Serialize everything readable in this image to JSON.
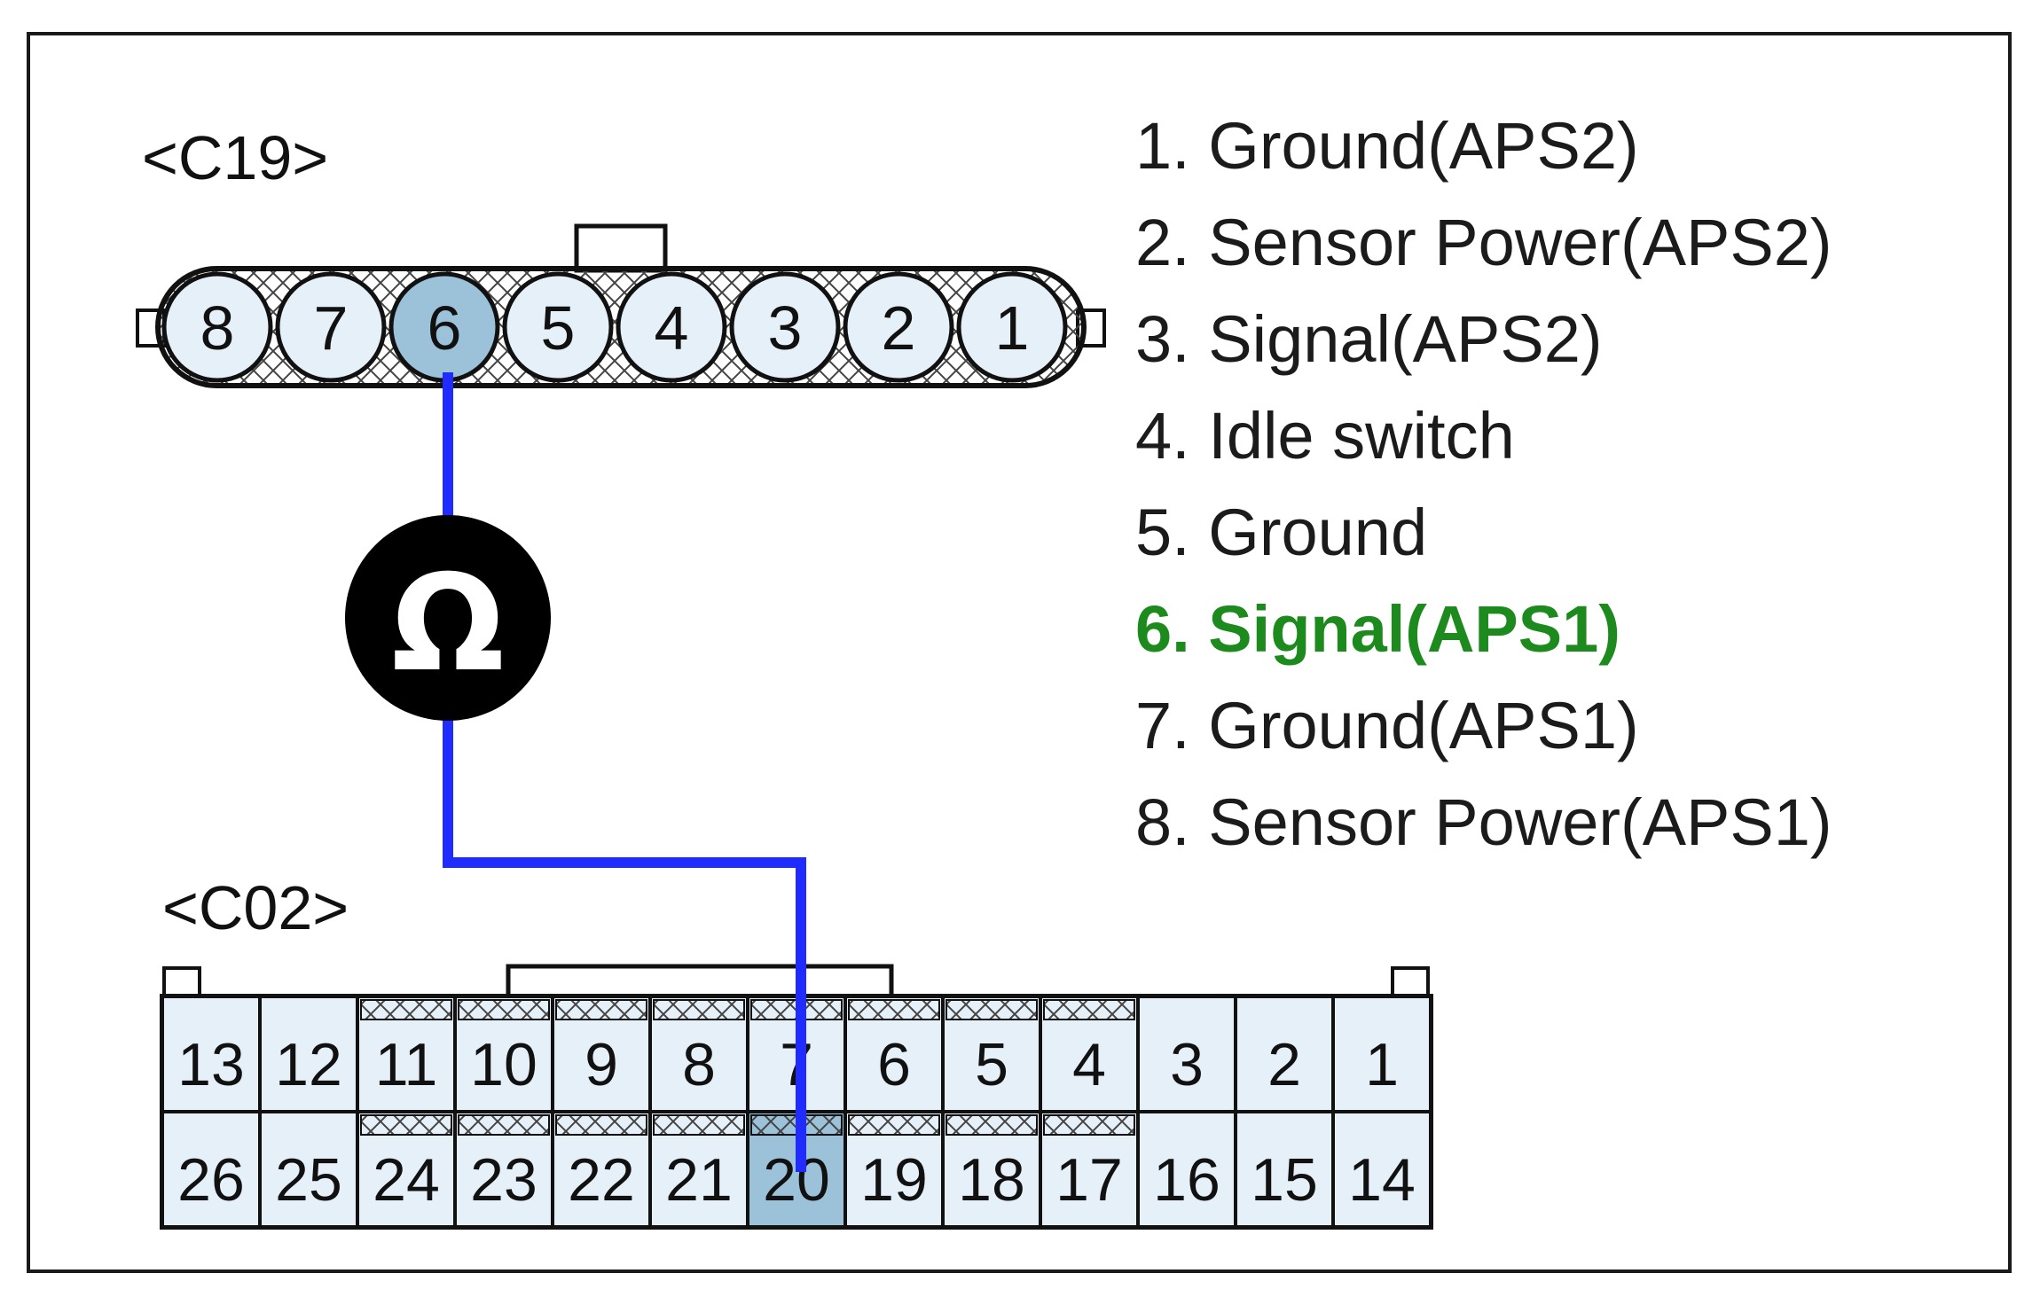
{
  "connectors": {
    "c19": {
      "label": "<C19>",
      "pins": [
        "8",
        "7",
        "6",
        "5",
        "4",
        "3",
        "2",
        "1"
      ],
      "highlighted_pin": "6"
    },
    "c02": {
      "label": "<C02>",
      "top_row": [
        "13",
        "12",
        "11",
        "10",
        "9",
        "8",
        "7",
        "6",
        "5",
        "4",
        "3",
        "2",
        "1"
      ],
      "bottom_row": [
        "26",
        "25",
        "24",
        "23",
        "22",
        "21",
        "20",
        "19",
        "18",
        "17",
        "16",
        "15",
        "14"
      ],
      "highlighted_pin": "20"
    }
  },
  "meter": {
    "symbol": "Ω",
    "icon": "ohmmeter-icon"
  },
  "legend": [
    {
      "text": "1. Ground(APS2)",
      "active": false
    },
    {
      "text": "2. Sensor Power(APS2)",
      "active": false
    },
    {
      "text": "3. Signal(APS2)",
      "active": false
    },
    {
      "text": "4. Idle switch",
      "active": false
    },
    {
      "text": "5. Ground",
      "active": false
    },
    {
      "text": "6. Signal(APS1)",
      "active": true
    },
    {
      "text": "7. Ground(APS1)",
      "active": false
    },
    {
      "text": "8. Sensor Power(APS1)",
      "active": false
    }
  ],
  "colors": {
    "wire": "#1f2bff",
    "pin_fill": "#e6f0f8",
    "pin_highlight": "#9cc2da",
    "legend_active": "#1c8a1c",
    "meter": "#000000"
  }
}
